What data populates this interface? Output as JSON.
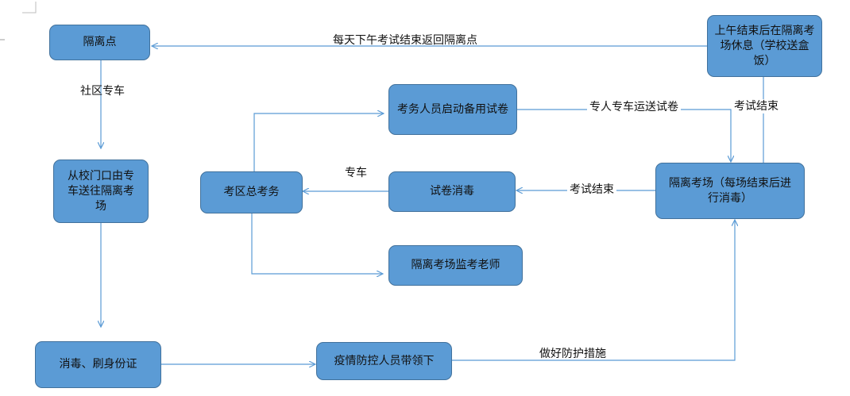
{
  "nodes": {
    "isolation_point": "隔离点",
    "morning_rest": "上午结束后在隔离考场休息（学校送盒饭）",
    "exam_staff_backup": "考务人员启动备用试卷",
    "gate_transfer": "从校门口由专车送往隔离考场",
    "district_office": "考区总考务",
    "paper_disinfect": "试卷消毒",
    "isolation_room": "隔离考场（每场结束后进行消毒）",
    "invigilator": "隔离考场监考老师",
    "disinfect_id": "消毒、刷身份证",
    "epidemic_staff": "疫情防控人员带领下"
  },
  "edge_labels": {
    "return_daily": "每天下午考试结束返回隔离点",
    "community_car": "社区专车",
    "courier_car": "专人专车运送试卷",
    "exam_end_top": "考试结束",
    "special_car": "专车",
    "exam_end_mid": "考试结束",
    "protection": "做好防护措施"
  },
  "colors": {
    "node_fill": "#5b9bd5",
    "node_border": "#41719c",
    "connector": "#5b9bd5"
  }
}
